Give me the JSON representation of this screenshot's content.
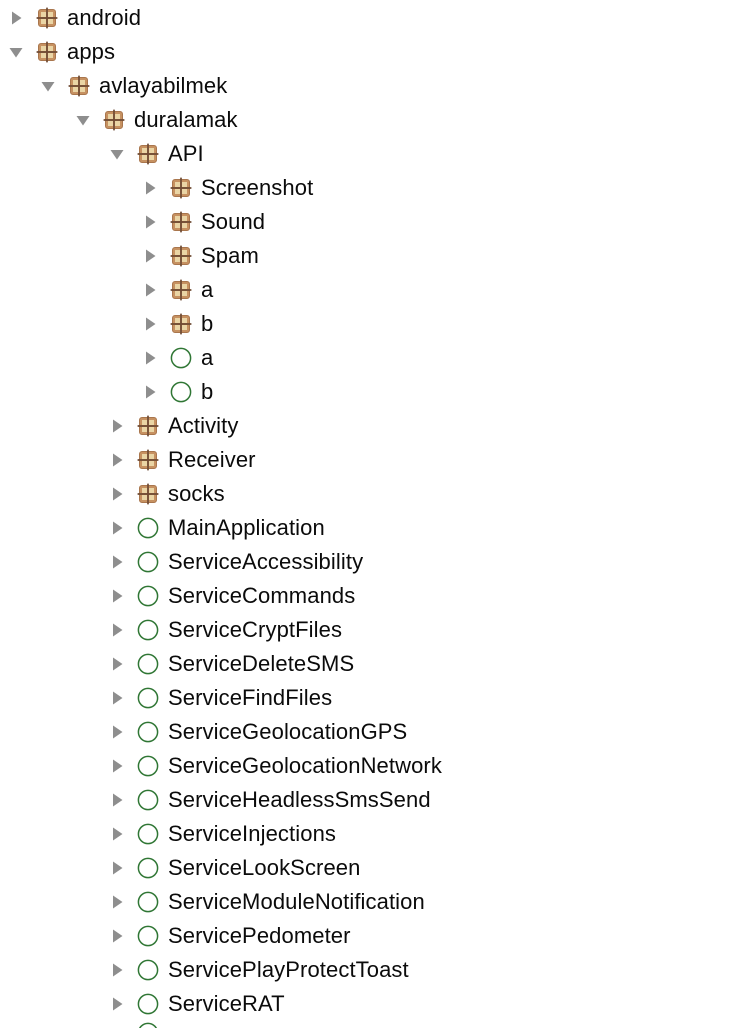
{
  "view": {
    "name": "decompiler-package-tree"
  },
  "colors": {
    "background": "#ffffff",
    "text": "#0b0b0b",
    "arrow_gray": "#8e8e8e",
    "package_fill": "#c69161",
    "package_border": "#a9764d",
    "package_inner": "#ead5a5",
    "package_cross": "#6e4a33",
    "class_green_light": "#63b45e",
    "class_green_dark": "#3b8a3f",
    "class_ring": "#2f7634",
    "class_letter": "#ffffff"
  },
  "tree": {
    "rows": [
      {
        "label": "android",
        "icon": "package",
        "level": 0,
        "state": "collapsed"
      },
      {
        "label": "apps",
        "icon": "package",
        "level": 0,
        "state": "expanded"
      },
      {
        "label": "avlayabilmek",
        "icon": "package",
        "level": 1,
        "state": "expanded"
      },
      {
        "label": "duralamak",
        "icon": "package",
        "level": 2,
        "state": "expanded"
      },
      {
        "label": "API",
        "icon": "package",
        "level": 3,
        "state": "expanded"
      },
      {
        "label": "Screenshot",
        "icon": "package",
        "level": 4,
        "state": "collapsed"
      },
      {
        "label": "Sound",
        "icon": "package",
        "level": 4,
        "state": "collapsed"
      },
      {
        "label": "Spam",
        "icon": "package",
        "level": 4,
        "state": "collapsed"
      },
      {
        "label": "a",
        "icon": "package",
        "level": 4,
        "state": "collapsed"
      },
      {
        "label": "b",
        "icon": "package",
        "level": 4,
        "state": "collapsed"
      },
      {
        "label": "a",
        "icon": "class",
        "level": 4,
        "state": "collapsed"
      },
      {
        "label": "b",
        "icon": "class",
        "level": 4,
        "state": "collapsed"
      },
      {
        "label": "Activity",
        "icon": "package",
        "level": 3,
        "state": "collapsed"
      },
      {
        "label": "Receiver",
        "icon": "package",
        "level": 3,
        "state": "collapsed"
      },
      {
        "label": "socks",
        "icon": "package",
        "level": 3,
        "state": "collapsed"
      },
      {
        "label": "MainApplication",
        "icon": "class",
        "level": 3,
        "state": "collapsed"
      },
      {
        "label": "ServiceAccessibility",
        "icon": "class",
        "level": 3,
        "state": "collapsed"
      },
      {
        "label": "ServiceCommands",
        "icon": "class",
        "level": 3,
        "state": "collapsed"
      },
      {
        "label": "ServiceCryptFiles",
        "icon": "class",
        "level": 3,
        "state": "collapsed"
      },
      {
        "label": "ServiceDeleteSMS",
        "icon": "class",
        "level": 3,
        "state": "collapsed"
      },
      {
        "label": "ServiceFindFiles",
        "icon": "class",
        "level": 3,
        "state": "collapsed"
      },
      {
        "label": "ServiceGeolocationGPS",
        "icon": "class",
        "level": 3,
        "state": "collapsed"
      },
      {
        "label": "ServiceGeolocationNetwork",
        "icon": "class",
        "level": 3,
        "state": "collapsed"
      },
      {
        "label": "ServiceHeadlessSmsSend",
        "icon": "class",
        "level": 3,
        "state": "collapsed"
      },
      {
        "label": "ServiceInjections",
        "icon": "class",
        "level": 3,
        "state": "collapsed"
      },
      {
        "label": "ServiceLookScreen",
        "icon": "class",
        "level": 3,
        "state": "collapsed"
      },
      {
        "label": "ServiceModuleNotification",
        "icon": "class",
        "level": 3,
        "state": "collapsed"
      },
      {
        "label": "ServicePedometer",
        "icon": "class",
        "level": 3,
        "state": "collapsed"
      },
      {
        "label": "ServicePlayProtectToast",
        "icon": "class",
        "level": 3,
        "state": "collapsed"
      },
      {
        "label": "ServiceRAT",
        "icon": "class",
        "level": 3,
        "state": "collapsed"
      },
      {
        "label": "",
        "icon": "class",
        "level": 3,
        "state": "none",
        "partial": true
      }
    ]
  }
}
